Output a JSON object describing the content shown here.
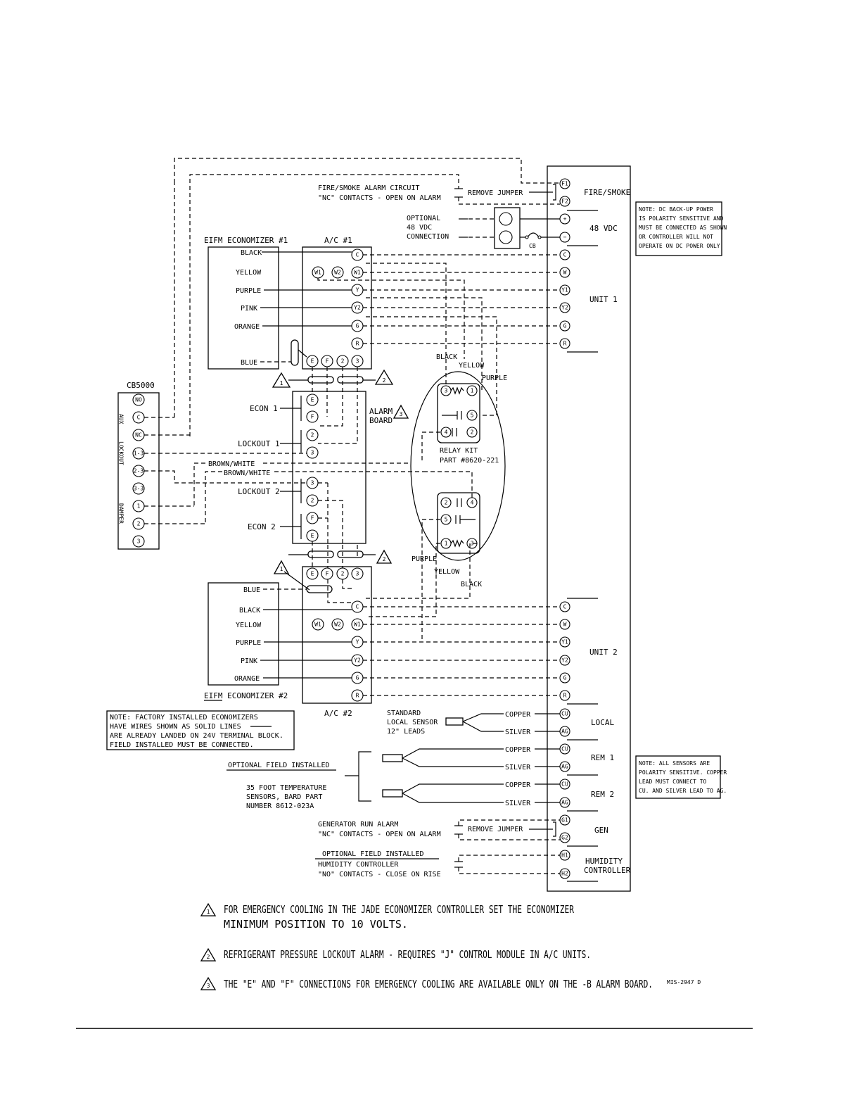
{
  "right_block": {
    "fire_smoke": "FIRE/SMOKE",
    "vdc48": "48 VDC",
    "unit1": "UNIT 1",
    "unit2": "UNIT 2",
    "local": "LOCAL",
    "rem1": "REM 1",
    "rem2": "REM 2",
    "gen": "GEN",
    "humidity1": "HUMIDITY",
    "humidity2": "CONTROLLER",
    "terms": {
      "f1": "F1",
      "f2": "F2",
      "plus": "+",
      "minus": "−",
      "c": "C",
      "w": "W",
      "y1": "Y1",
      "y2": "Y2",
      "g": "G",
      "r": "R",
      "cu": "CU",
      "ag": "AG",
      "g1": "G1",
      "g2": "G2",
      "h1": "H1",
      "h2": "H2"
    }
  },
  "top": {
    "fire_alarm_1": "FIRE/SMOKE ALARM CIRCUIT",
    "fire_alarm_2": "\"NC\" CONTACTS - OPEN ON ALARM",
    "remove_jumper": "REMOVE JUMPER",
    "opt48_1": "OPTIONAL",
    "opt48_2": "48 VDC",
    "opt48_3": "CONNECTION",
    "cb": "CB"
  },
  "notes": {
    "dc_note": [
      "NOTE:  DC BACK-UP POWER",
      "IS POLARITY SENSITIVE AND",
      "MUST BE CONNECTED AS SHOWN",
      "OR CONTROLLER WILL NOT",
      "OPERATE ON DC POWER ONLY"
    ],
    "sensor_note": [
      "NOTE:  ALL SENSORS ARE",
      "POLARITY SENSITIVE. COPPER",
      "LEAD MUST CONNECT TO",
      "CU. AND SILVER LEAD TO AG."
    ],
    "factory_note": [
      "NOTE: FACTORY INSTALLED ECONOMIZERS",
      "HAVE WIRES SHOWN AS SOLID LINES",
      "ARE ALREADY LANDED ON 24V TERMINAL BLOCK.",
      "FIELD INSTALLED MUST BE CONNECTED."
    ]
  },
  "econ1": {
    "title": "EIFM ECONOMIZER #1",
    "wires": [
      "BLACK",
      "YELLOW",
      "PURPLE",
      "PINK",
      "ORANGE",
      "BLUE"
    ]
  },
  "econ2": {
    "title": "EIFM ECONOMIZER #2",
    "wires": [
      "BLUE",
      "BLACK",
      "YELLOW",
      "PURPLE",
      "PINK",
      "ORANGE"
    ]
  },
  "ac1": {
    "title": "A/C #1",
    "terms": {
      "c": "C",
      "w1": "W1",
      "w2": "W2",
      "w": "W1",
      "y": "Y",
      "y2": "Y2",
      "g": "G",
      "r": "R",
      "e": "E",
      "f": "F",
      "t2": "2",
      "t3": "3"
    }
  },
  "ac2": {
    "title": "A/C #2",
    "terms": {
      "c": "C",
      "w1": "W1",
      "w2": "W2",
      "w": "W1",
      "y": "Y",
      "y2": "Y2",
      "g": "G",
      "r": "R",
      "e": "E",
      "f": "F",
      "t2": "2",
      "t3": "3"
    }
  },
  "alarm_board": {
    "label1": "ALARM",
    "label2": "BOARD",
    "econ1": "ECON 1",
    "lockout1": "LOCKOUT 1",
    "lockout2": "LOCKOUT 2",
    "econ2": "ECON 2",
    "brown_white": "BROWN/WHITE",
    "terms": {
      "e": "E",
      "f": "F",
      "t2": "2",
      "t3": "3"
    }
  },
  "cb5000": {
    "title": "CB5000",
    "side_aux": "AUX",
    "side_lockout": "LOCKOUT",
    "side_damper": "DAMPER",
    "terms": [
      "NO",
      "C",
      "NC",
      "1-3",
      "2-3",
      "3-3",
      "1",
      "2",
      "3"
    ]
  },
  "relay": {
    "label1": "RELAY KIT",
    "label2": "PART #8620-221",
    "black": "BLACK",
    "yellow": "YELLOW",
    "purple": "PURPLE",
    "terms": {
      "t1": "1",
      "t2": "2",
      "t3": "3",
      "t4": "4",
      "t5": "5"
    }
  },
  "sensors": {
    "standard_1": "STANDARD",
    "standard_2": "LOCAL SENSOR",
    "standard_3": "12\" LEADS",
    "copper": "COPPER",
    "silver": "SILVER",
    "optional": "OPTIONAL FIELD INSTALLED",
    "remote_1": "35 FOOT TEMPERATURE",
    "remote_2": "SENSORS, BARD PART",
    "remote_3": "NUMBER 8612-023A"
  },
  "gen_alarm": {
    "line1": "GENERATOR RUN ALARM",
    "line2": "\"NC\" CONTACTS - OPEN ON ALARM",
    "remove_jumper": "REMOVE JUMPER"
  },
  "humidity": {
    "line1": "OPTIONAL FIELD INSTALLED",
    "line2": "HUMIDITY CONTROLLER",
    "line3": "\"NO\" CONTACTS - CLOSE ON RISE"
  },
  "markers": {
    "m1": "1",
    "m2": "2",
    "m3": "3"
  },
  "legend": [
    {
      "num": "1",
      "line1": "FOR EMERGENCY COOLING IN THE JADE ECONOMIZER CONTROLLER SET THE ECONOMIZER",
      "line2": "MINIMUM POSITION TO 10 VOLTS."
    },
    {
      "num": "2",
      "line1": "REFRIGERANT PRESSURE LOCKOUT ALARM - REQUIRES \"J\" CONTROL MODULE IN A/C UNITS.",
      "line2": ""
    },
    {
      "num": "3",
      "line1": "THE \"E\" AND \"F\" CONNECTIONS FOR EMERGENCY COOLING ARE AVAILABLE ONLY ON THE -B ALARM BOARD.",
      "line2": ""
    }
  ],
  "drawing_no": "MIS-2947 D"
}
